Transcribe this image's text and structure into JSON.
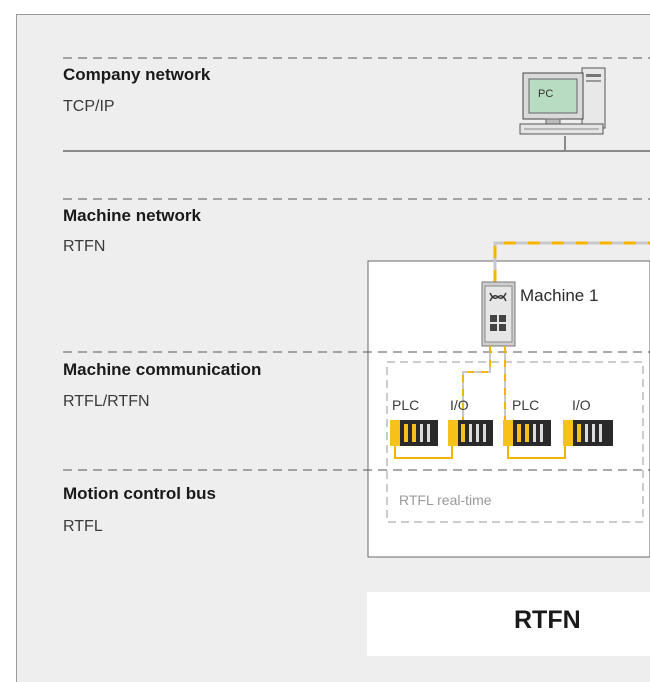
{
  "layers": [
    {
      "title": "Company network",
      "protocol": "TCP/IP"
    },
    {
      "title": "Machine network",
      "protocol": "RTFN"
    },
    {
      "title": "Machine communication",
      "protocol": "RTFL/RTFN"
    },
    {
      "title": "Motion control bus",
      "protocol": "RTFL"
    }
  ],
  "pc": {
    "label": "PC"
  },
  "machine": {
    "label": "Machine 1"
  },
  "devices": [
    {
      "label": "PLC"
    },
    {
      "label": "I/O"
    },
    {
      "label": "PLC"
    },
    {
      "label": "I/O"
    }
  ],
  "realtime": {
    "label": "RTFL real-time"
  },
  "legend": {
    "label": "RTFN"
  },
  "colors": {
    "background": "#eeeeee",
    "rtfn_dash": "#f5b400",
    "rtfn_dash_alt": "#c8c8c8",
    "device_yellow": "#f6c21a",
    "device_dark": "#2a2a2a",
    "divider": "#777777"
  }
}
